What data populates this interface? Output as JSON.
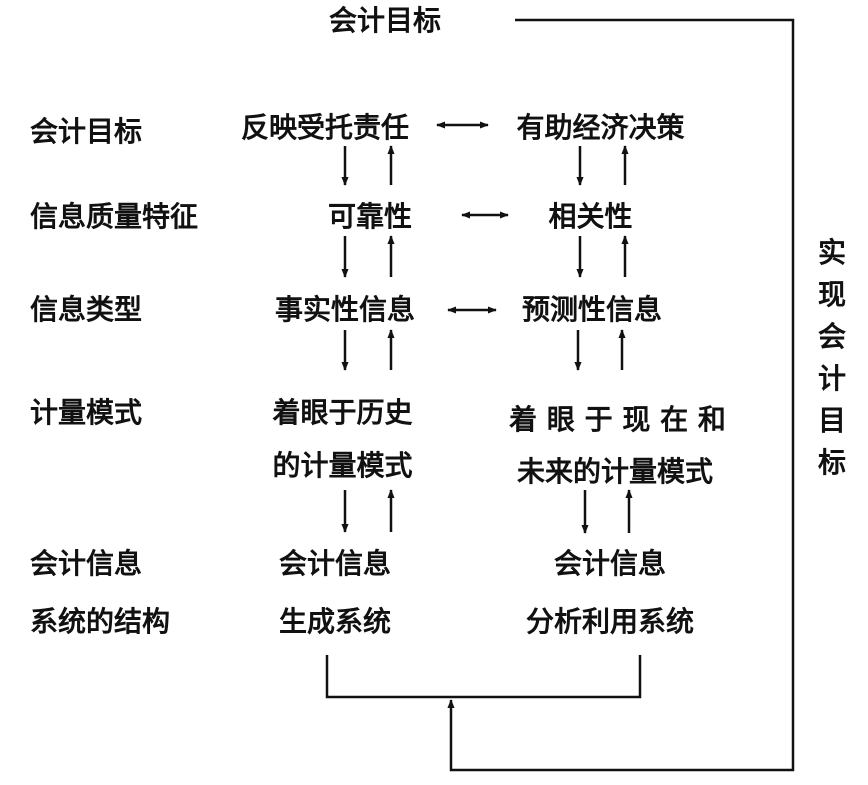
{
  "top_title": "会计目标",
  "side_vertical": "实现会计目标",
  "row_labels": [
    "会计目标",
    "信息质量特征",
    "信息类型",
    "计量模式",
    "会计信息",
    "系统的结构"
  ],
  "left_column": {
    "goal": "反映受托责任",
    "quality": "可靠性",
    "info_type": "事实性信息",
    "measure_line1": "着眼于历史",
    "measure_line2": "的计量模式",
    "system_line1": "会计信息",
    "system_line2": "生成系统"
  },
  "right_column": {
    "goal": "有助经济决策",
    "quality": "相关性",
    "info_type": "预测性信息",
    "measure_line1": "着 眼 于 现 在 和",
    "measure_line2": "未来的计量模式",
    "system_line1": "会计信息",
    "system_line2": "分析利用系统"
  },
  "colors": {
    "ink": "#111111",
    "background": "#ffffff"
  }
}
